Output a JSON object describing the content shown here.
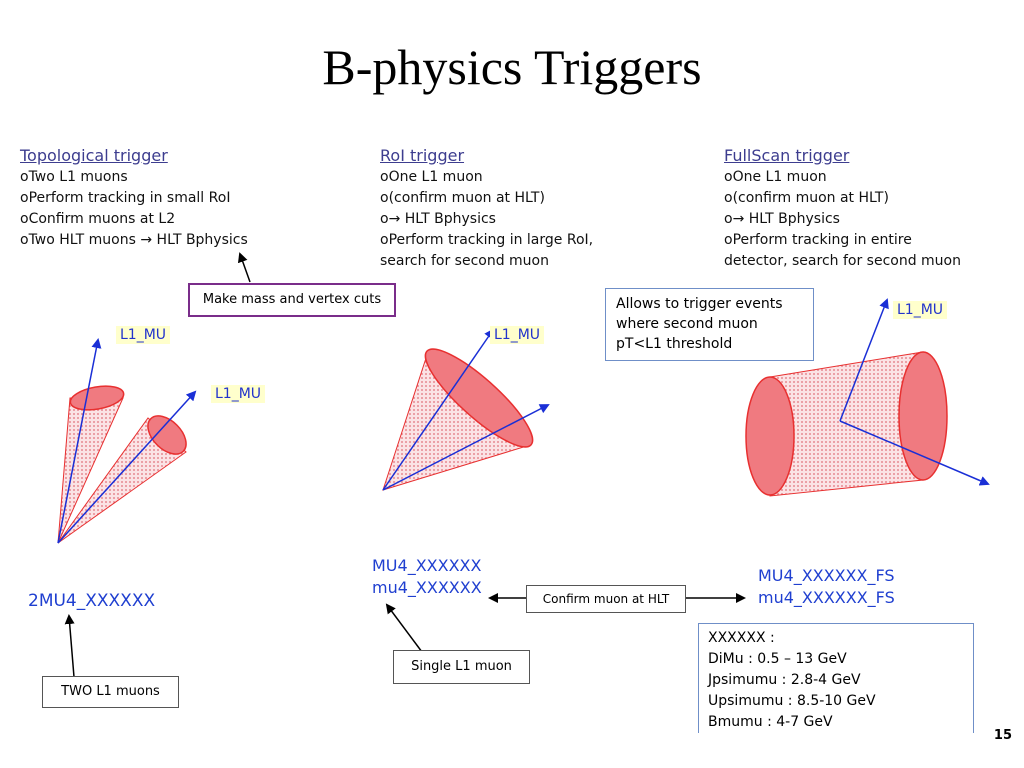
{
  "slide": {
    "title": "B-physics Triggers",
    "page_number": "15"
  },
  "columns": [
    {
      "heading": "Topological trigger",
      "lines": [
        "oTwo L1 muons",
        "oPerform tracking in small RoI",
        "oConfirm muons at L2",
        "oTwo HLT muons → HLT Bphysics"
      ]
    },
    {
      "heading": "RoI trigger",
      "lines": [
        "oOne L1 muon",
        "o(confirm muon at HLT)",
        "o→ HLT Bphysics",
        "oPerform tracking in large RoI,",
        "search for second muon"
      ]
    },
    {
      "heading": "FullScan trigger",
      "lines": [
        "oOne L1 muon",
        "o(confirm muon at HLT)",
        "o→ HLT Bphysics",
        "oPerform tracking in entire",
        "detector, search for second muon"
      ]
    }
  ],
  "callouts": {
    "mass_vertex": "Make mass and vertex cuts",
    "allows_trigger": [
      "Allows to trigger events",
      "where second muon",
      "pT<L1 threshold"
    ],
    "confirm_hlt": "Confirm muon at HLT",
    "single_l1": "Single L1 muon",
    "two_l1": "TWO L1 muons"
  },
  "tags": {
    "l1mu": "L1_MU"
  },
  "trigger_names": {
    "topo": "2MU4_XXXXXX",
    "roi_l1": "MU4_XXXXXX",
    "roi_hlt": "mu4_XXXXXX",
    "fs_l1": "MU4_XXXXXX_FS",
    "fs_hlt": "mu4_XXXXXX_FS"
  },
  "legend": {
    "heading": "XXXXXX :",
    "rows": [
      "DiMu  : 0.5 – 13 GeV",
      "Jpsimumu :  2.8-4 GeV",
      "Upsimumu :  8.5-10 GeV",
      "Bmumu :  4-7 GeV"
    ]
  },
  "colors": {
    "cone_red": "#e83030",
    "cone_fill": "#f9c9cc",
    "arrow_blue": "#1a2fd6",
    "heading": "#3d3d8f",
    "tag_bg": "#ffffcc",
    "mass_box_border": "#7a2d8a",
    "info_box_border": "#6f8fc8"
  }
}
